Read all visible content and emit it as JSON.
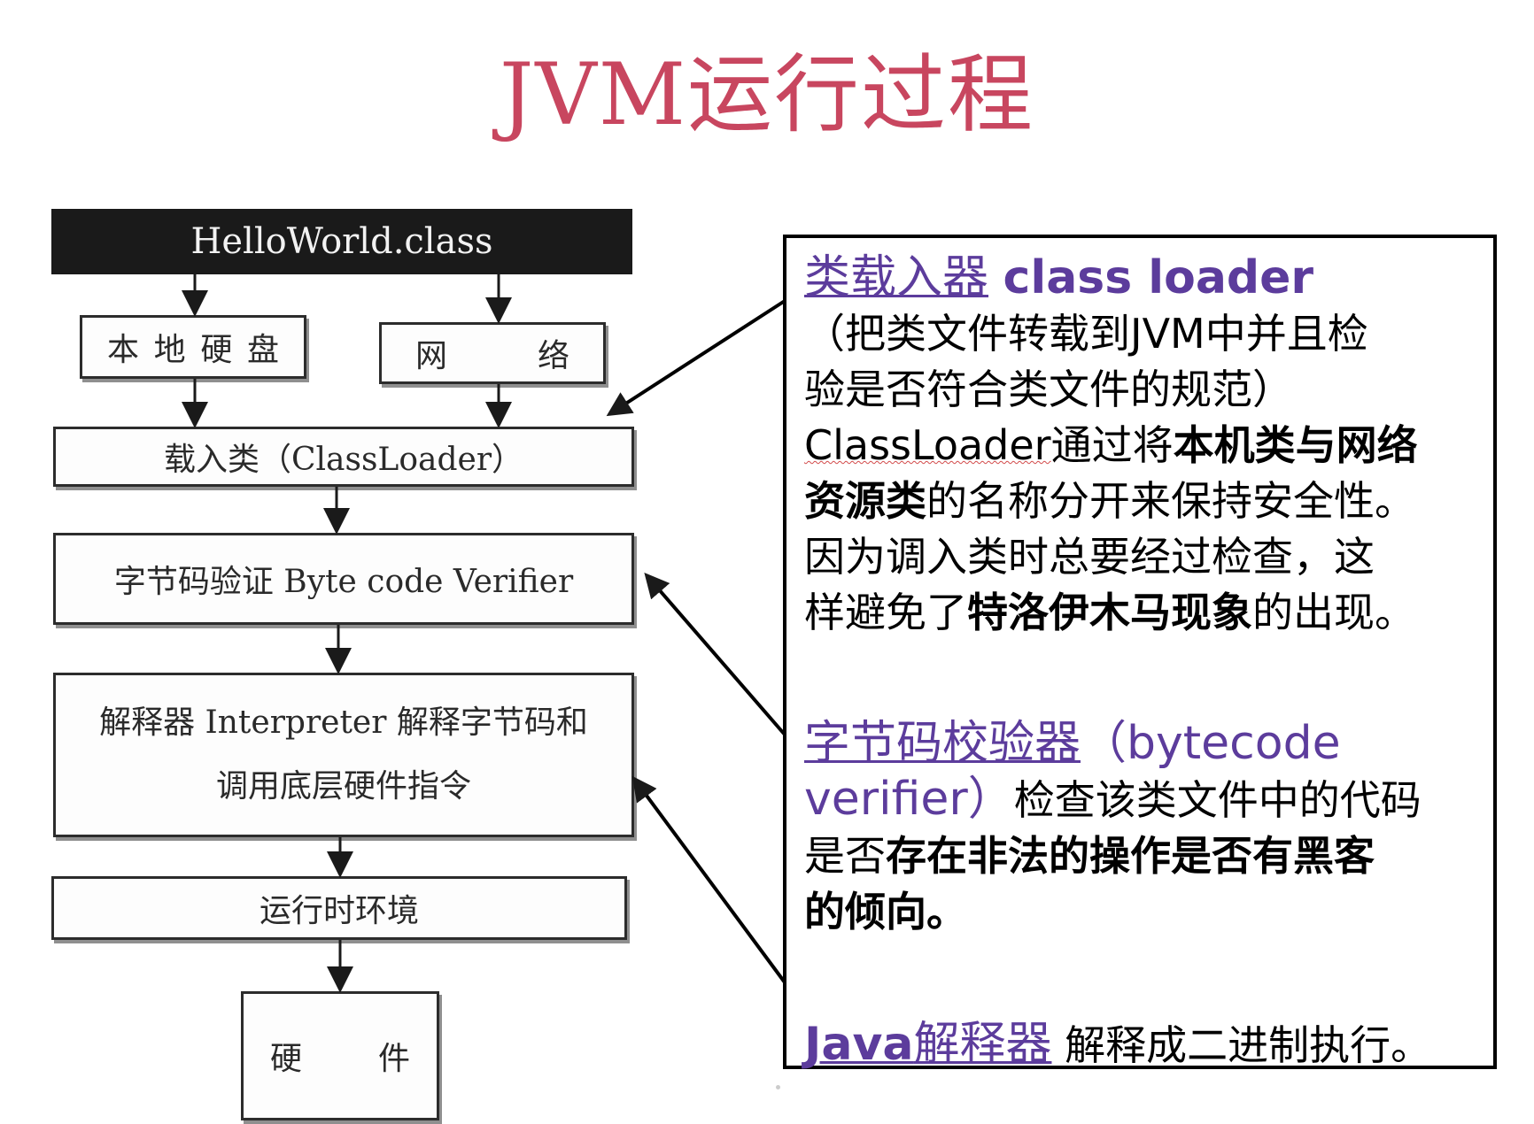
{
  "title": "JVM运行过程",
  "flow": {
    "source": "HelloWorld.class",
    "local_disk": [
      "本",
      "地",
      "硬",
      "盘"
    ],
    "network": [
      "网",
      "络"
    ],
    "class_loader": "载入类（ClassLoader）",
    "verifier": "字节码验证 Byte code Verifier",
    "interpreter_line1": "解释器 Interpreter 解释字节码和",
    "interpreter_line2": "调用底层硬件指令",
    "runtime": "运行时环境",
    "hardware": [
      "硬",
      "件"
    ]
  },
  "panel": {
    "loader_title_cn": "类载入器",
    "loader_title_en": "class loader",
    "loader_desc_1": "（把类文件转载到JVM中并且检",
    "loader_desc_2": "验是否符合类文件的规范）",
    "loader_desc_3a": "ClassLoader",
    "loader_desc_3b": "通过将",
    "loader_desc_3c": "本机类与网络",
    "loader_desc_4a": "资源类",
    "loader_desc_4b": "的名称分开来保持安全性。",
    "loader_desc_5": "因为调入类时总要经过检查，这",
    "loader_desc_6a": "样避免了",
    "loader_desc_6b": "特洛伊木马现象",
    "loader_desc_6c": "的出现。",
    "verifier_title_cn": "字节码校验器",
    "verifier_title_en": "（bytecode",
    "verifier_title_en2": "verifier）",
    "verifier_desc_1": "检查该类文件中的代码",
    "verifier_desc_2a": "是否",
    "verifier_desc_2b": "存在非法的操作是否有黑客",
    "verifier_desc_3": "的倾向。",
    "interp_title_en": "Java",
    "interp_title_cn": "解释器",
    "interp_desc": "解释成二进制执行。"
  }
}
